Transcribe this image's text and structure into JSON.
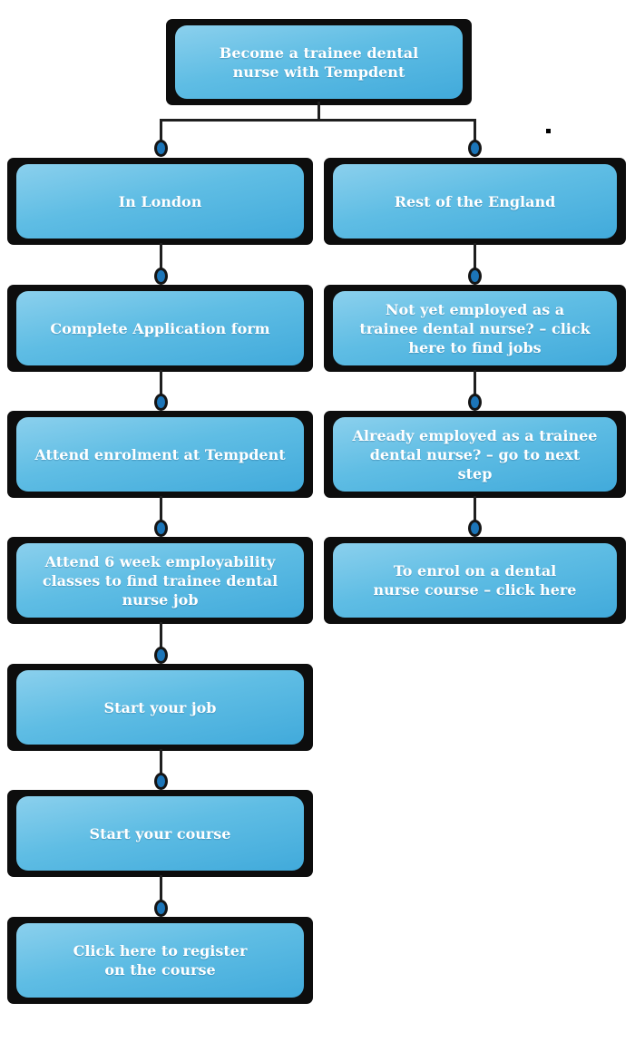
{
  "flowchart": {
    "root": "Become a trainee dental nurse with Tempdent",
    "left": {
      "header": "In London",
      "steps": [
        "Complete Application form",
        "Attend enrolment at Tempdent",
        "Attend 6 week employability classes to find trainee dental nurse job",
        "Start your job",
        "Start your course",
        "Click here to register on the course"
      ]
    },
    "right": {
      "header": "Rest of the England",
      "steps": [
        "Not yet employed as a trainee dental nurse? – click here to find jobs",
        "Already  employed as a trainee dental nurse? – go to next step",
        "To enrol on a dental nurse course – click here"
      ]
    }
  },
  "colors": {
    "box_gradient_top": "#8bd0ed",
    "box_gradient_bottom": "#41aadb",
    "frame_black": "#0d0d0d",
    "connector_line": "#1f1f1f",
    "connector_dot_fill": "#1c75b8",
    "text": "#ffffff",
    "background": "#ffffff"
  }
}
